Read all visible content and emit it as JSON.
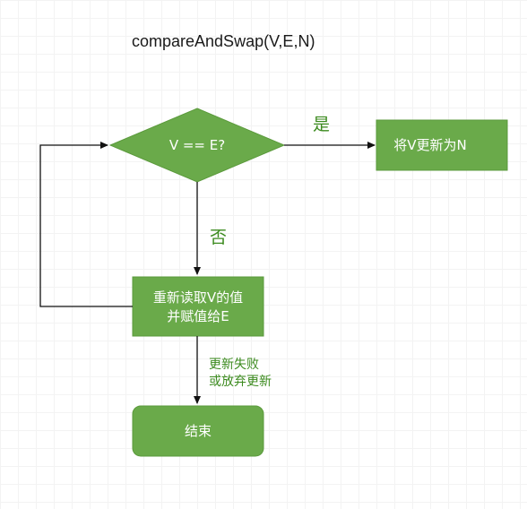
{
  "title": "compareAndSwap(V,E,N)",
  "colors": {
    "node_fill": "#6aaa4a",
    "node_stroke": "#5b9a3c",
    "node_text": "#ffffff",
    "edge": "#111111",
    "label": "#3b8a1e"
  },
  "nodes": {
    "decision": "V == E?",
    "update": "将V更新为N",
    "reread_line1": "重新读取V的值",
    "reread_line2": "并赋值给E",
    "end": "结束"
  },
  "edges": {
    "yes": "是",
    "no": "否",
    "fail_line1": "更新失败",
    "fail_line2": "或放弃更新"
  }
}
